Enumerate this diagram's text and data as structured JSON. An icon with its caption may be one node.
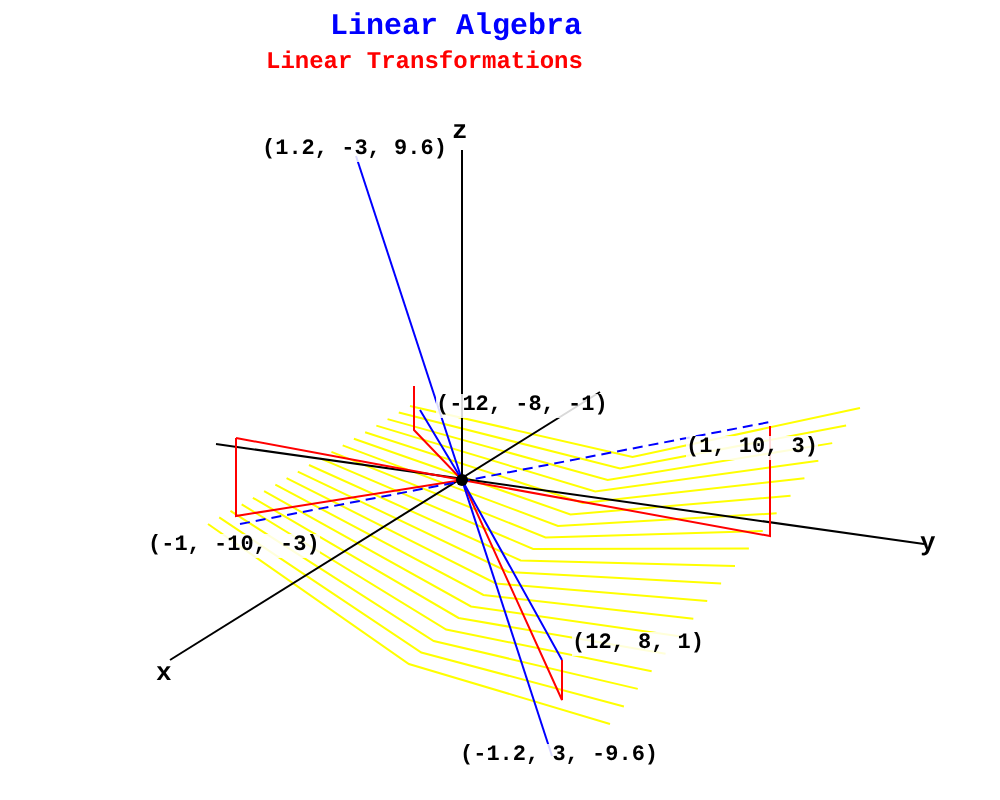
{
  "diagram": {
    "title": "Linear Algebra",
    "labels": [
      "Linear Transformations",
      "z",
      "(1.2, -3, 9.6)",
      "(-12, -8, -1)",
      "(1, 10, 3)",
      "(-1, -10, -3)",
      "y",
      "(12, 8, 1)",
      "x",
      "(-1.2, 3, -9.6)"
    ]
  }
}
